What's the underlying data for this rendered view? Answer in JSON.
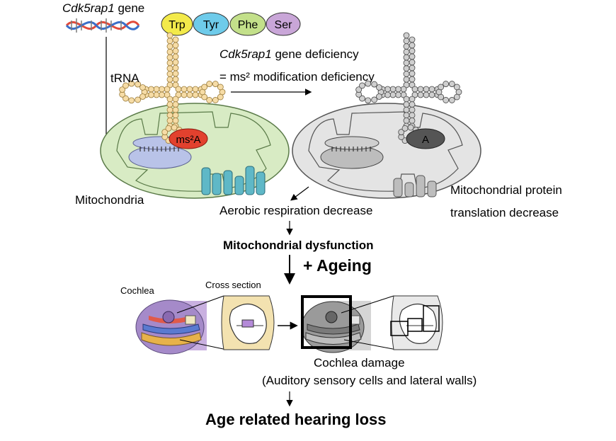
{
  "gene": {
    "name": "Cdk5rap1",
    "suffix": " gene"
  },
  "amino_acids": [
    {
      "label": "Trp",
      "color": "#f3ea4a"
    },
    {
      "label": "Tyr",
      "color": "#6ecbea"
    },
    {
      "label": "Phe",
      "color": "#c3e08a"
    },
    {
      "label": "Ser",
      "color": "#c9a6d8"
    }
  ],
  "trna_label": "tRNA",
  "deficiency": {
    "line1_gene": "Cdk5rap1",
    "line1_rest": " gene deficiency",
    "line2": "= ms² modification deficiency"
  },
  "ms2a_label": "ms²A",
  "a_label": "A",
  "mito_label": "Mitochondria",
  "aerobic_label": "Aerobic respiration decrease",
  "protein_label_1": "Mitochondrial protein",
  "protein_label_2": "translation decrease",
  "dysfunction_label": "Mitochondrial dysfunction",
  "ageing_label": "+ Ageing",
  "cochlea_label": "Cochlea",
  "cross_section_label": "Cross section",
  "damage_label_1": "Cochlea damage",
  "damage_label_2": "(Auditory sensory cells and lateral walls)",
  "final_label": "Age related hearing loss",
  "colors": {
    "trna_bead": "#f6dca6",
    "trna_bead_stroke": "#9a7b3a",
    "grey_bead": "#cfcfcf",
    "grey_bead_stroke": "#444444",
    "mito_fill": "#d8ebc4",
    "mito_stroke": "#5a7a48",
    "grey_mito_fill": "#e4e4e4",
    "ms2a": "#e2412e",
    "ribosome": "#b9c3e8",
    "protein": "#5fb8c7"
  }
}
